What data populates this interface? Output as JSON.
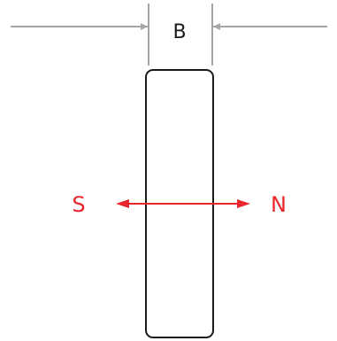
{
  "dimension": {
    "label": "B"
  },
  "poles": {
    "south": "S",
    "north": "N"
  },
  "colors": {
    "magnetization": "#e8262b",
    "dimension_lines": "#a6a6a6",
    "magnet_outline": "#1a1a1a"
  }
}
